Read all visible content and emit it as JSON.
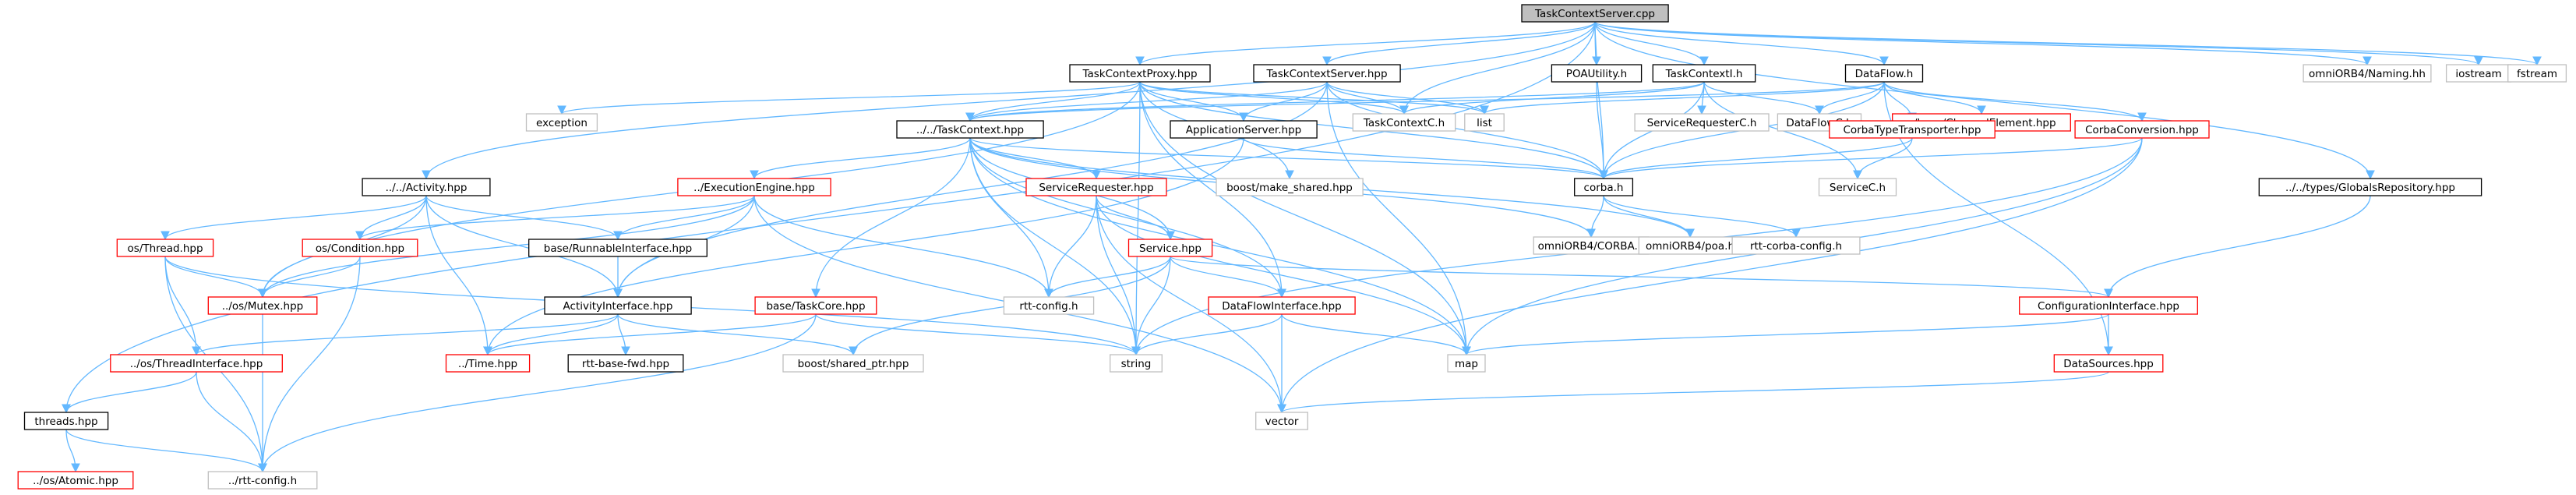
{
  "diagram": {
    "type": "include-dependency-graph",
    "colors": {
      "edge": "#63b8ff",
      "root_fill": "#bfbfbf",
      "black_border": "#000000",
      "red_border": "#ff0000",
      "grey_border": "#bfbfbf",
      "text": "#000000"
    },
    "nodes": [
      {
        "id": "root",
        "label": "TaskContextServer.cpp",
        "style": "root"
      },
      {
        "id": "tcproxy",
        "label": "TaskContextProxy.hpp",
        "style": "black"
      },
      {
        "id": "tcserver",
        "label": "TaskContextServer.hpp",
        "style": "black"
      },
      {
        "id": "poautil",
        "label": "POAUtility.h",
        "style": "black"
      },
      {
        "id": "taskcontexti",
        "label": "TaskContextI.h",
        "style": "black"
      },
      {
        "id": "dataflowh",
        "label": "DataFlow.h",
        "style": "black"
      },
      {
        "id": "omninaming",
        "label": "omniORB4/Naming.hh",
        "style": "grey"
      },
      {
        "id": "iostream",
        "label": "iostream",
        "style": "grey"
      },
      {
        "id": "fstream",
        "label": "fstream",
        "style": "grey"
      },
      {
        "id": "exception",
        "label": "exception",
        "style": "grey"
      },
      {
        "id": "taskcontextc",
        "label": "TaskContextC.h",
        "style": "grey"
      },
      {
        "id": "list",
        "label": "list",
        "style": "grey"
      },
      {
        "id": "servicerequesterc",
        "label": "ServiceRequesterC.h",
        "style": "grey"
      },
      {
        "id": "dataflowc",
        "label": "DataFlowC.h",
        "style": "grey"
      },
      {
        "id": "channelelement",
        "label": "../base/ChannelElement.hpp",
        "style": "red"
      },
      {
        "id": "taskcontext",
        "label": "../../TaskContext.hpp",
        "style": "black"
      },
      {
        "id": "appserver",
        "label": "ApplicationServer.hpp",
        "style": "black"
      },
      {
        "id": "corbatypetransporter",
        "label": "CorbaTypeTransporter.hpp",
        "style": "red"
      },
      {
        "id": "corbaconversion",
        "label": "CorbaConversion.hpp",
        "style": "red"
      },
      {
        "id": "activity",
        "label": "../../Activity.hpp",
        "style": "black"
      },
      {
        "id": "executionengine",
        "label": "../ExecutionEngine.hpp",
        "style": "red"
      },
      {
        "id": "servicerequester",
        "label": "ServiceRequester.hpp",
        "style": "red"
      },
      {
        "id": "makeshared",
        "label": "boost/make_shared.hpp",
        "style": "grey"
      },
      {
        "id": "corbah",
        "label": "corba.h",
        "style": "black"
      },
      {
        "id": "servicec",
        "label": "ServiceC.h",
        "style": "grey"
      },
      {
        "id": "globalsrepo",
        "label": "../../types/GlobalsRepository.hpp",
        "style": "black"
      },
      {
        "id": "thread",
        "label": "os/Thread.hpp",
        "style": "red"
      },
      {
        "id": "condition",
        "label": "os/Condition.hpp",
        "style": "red"
      },
      {
        "id": "runnable",
        "label": "base/RunnableInterface.hpp",
        "style": "black"
      },
      {
        "id": "service",
        "label": "Service.hpp",
        "style": "red"
      },
      {
        "id": "omnicorba",
        "label": "omniORB4/CORBA.h",
        "style": "grey"
      },
      {
        "id": "omnipoa",
        "label": "omniORB4/poa.h",
        "style": "grey"
      },
      {
        "id": "rttcorbaconfig",
        "label": "rtt-corba-config.h",
        "style": "grey"
      },
      {
        "id": "mutex",
        "label": "../os/Mutex.hpp",
        "style": "red"
      },
      {
        "id": "activityinterface",
        "label": "ActivityInterface.hpp",
        "style": "black"
      },
      {
        "id": "taskcore",
        "label": "base/TaskCore.hpp",
        "style": "red"
      },
      {
        "id": "rttconfig",
        "label": "rtt-config.h",
        "style": "grey"
      },
      {
        "id": "dataflowinterface",
        "label": "DataFlowInterface.hpp",
        "style": "red"
      },
      {
        "id": "configurationinterface",
        "label": "ConfigurationInterface.hpp",
        "style": "red"
      },
      {
        "id": "threadinterface",
        "label": "../os/ThreadInterface.hpp",
        "style": "red"
      },
      {
        "id": "time",
        "label": "../Time.hpp",
        "style": "red"
      },
      {
        "id": "rttbasefwd",
        "label": "rtt-base-fwd.hpp",
        "style": "black"
      },
      {
        "id": "sharedptr",
        "label": "boost/shared_ptr.hpp",
        "style": "grey"
      },
      {
        "id": "string",
        "label": "string",
        "style": "grey"
      },
      {
        "id": "map",
        "label": "map",
        "style": "grey"
      },
      {
        "id": "datasources",
        "label": "DataSources.hpp",
        "style": "red"
      },
      {
        "id": "threads",
        "label": "threads.hpp",
        "style": "black"
      },
      {
        "id": "vector",
        "label": "vector",
        "style": "grey"
      },
      {
        "id": "osatomic",
        "label": "../os/Atomic.hpp",
        "style": "red"
      },
      {
        "id": "rttconfigh2",
        "label": "../rtt-config.h",
        "style": "grey"
      }
    ],
    "edges": [
      [
        "root",
        "tcproxy"
      ],
      [
        "root",
        "tcserver"
      ],
      [
        "root",
        "poautil"
      ],
      [
        "root",
        "taskcontexti"
      ],
      [
        "root",
        "dataflowh"
      ],
      [
        "root",
        "omninaming"
      ],
      [
        "root",
        "iostream"
      ],
      [
        "root",
        "fstream"
      ],
      [
        "root",
        "corbah"
      ],
      [
        "root",
        "taskcontextc"
      ],
      [
        "root",
        "activity"
      ],
      [
        "root",
        "globalsrepo"
      ],
      [
        "root",
        "threads"
      ],
      [
        "tcproxy",
        "exception"
      ],
      [
        "tcproxy",
        "taskcontextc"
      ],
      [
        "tcproxy",
        "list"
      ],
      [
        "tcproxy",
        "taskcontext"
      ],
      [
        "tcproxy",
        "appserver"
      ],
      [
        "tcproxy",
        "corbah"
      ],
      [
        "tcproxy",
        "string"
      ],
      [
        "tcproxy",
        "map"
      ],
      [
        "tcproxy",
        "makeshared"
      ],
      [
        "tcproxy",
        "dataflowinterface"
      ],
      [
        "tcproxy",
        "mutex"
      ],
      [
        "tcserver",
        "taskcontextc"
      ],
      [
        "tcserver",
        "appserver"
      ],
      [
        "tcserver",
        "corbah"
      ],
      [
        "tcserver",
        "map"
      ],
      [
        "tcserver",
        "activityinterface"
      ],
      [
        "tcserver",
        "taskcontext"
      ],
      [
        "tcserver",
        "list"
      ],
      [
        "poautil",
        "corbah"
      ],
      [
        "taskcontexti",
        "taskcontextc"
      ],
      [
        "taskcontexti",
        "servicerequesterc"
      ],
      [
        "taskcontexti",
        "dataflowc"
      ],
      [
        "taskcontexti",
        "servicec"
      ],
      [
        "taskcontexti",
        "corbah"
      ],
      [
        "taskcontexti",
        "taskcontext"
      ],
      [
        "dataflowh",
        "dataflowc"
      ],
      [
        "dataflowh",
        "list"
      ],
      [
        "dataflowh",
        "channelelement"
      ],
      [
        "dataflowh",
        "corbatypetransporter"
      ],
      [
        "dataflowh",
        "corbaconversion"
      ],
      [
        "dataflowh",
        "corbah"
      ],
      [
        "dataflowh",
        "datasources"
      ],
      [
        "dataflowh",
        "taskcontext"
      ],
      [
        "taskcontext",
        "executionengine"
      ],
      [
        "taskcontext",
        "servicerequester"
      ],
      [
        "taskcontext",
        "service"
      ],
      [
        "taskcontext",
        "taskcore"
      ],
      [
        "taskcontext",
        "rttconfig"
      ],
      [
        "taskcontext",
        "string"
      ],
      [
        "taskcontext",
        "map"
      ],
      [
        "taskcontext",
        "dataflowinterface"
      ],
      [
        "taskcontext",
        "corbah"
      ],
      [
        "taskcontext",
        "omnicorba"
      ],
      [
        "taskcontext",
        "omnipoa"
      ],
      [
        "appserver",
        "corbah"
      ],
      [
        "appserver",
        "time"
      ],
      [
        "corbatypetransporter",
        "corbah"
      ],
      [
        "corbatypetransporter",
        "servicec"
      ],
      [
        "corbaconversion",
        "corbah"
      ],
      [
        "corbaconversion",
        "vector"
      ],
      [
        "corbaconversion",
        "map"
      ],
      [
        "corbaconversion",
        "string"
      ],
      [
        "activity",
        "thread"
      ],
      [
        "activity",
        "condition"
      ],
      [
        "activity",
        "runnable"
      ],
      [
        "activity",
        "mutex"
      ],
      [
        "activity",
        "activityinterface"
      ],
      [
        "activity",
        "time"
      ],
      [
        "executionengine",
        "runnable"
      ],
      [
        "executionengine",
        "activityinterface"
      ],
      [
        "executionengine",
        "mutex"
      ],
      [
        "executionengine",
        "condition"
      ],
      [
        "executionengine",
        "rttconfig"
      ],
      [
        "executionengine",
        "vector"
      ],
      [
        "servicerequester",
        "service"
      ],
      [
        "servicerequester",
        "rttconfig"
      ],
      [
        "servicerequester",
        "string"
      ],
      [
        "servicerequester",
        "map"
      ],
      [
        "servicerequester",
        "vector"
      ],
      [
        "corbah",
        "omnicorba"
      ],
      [
        "corbah",
        "omnipoa"
      ],
      [
        "corbah",
        "rttcorbaconfig"
      ],
      [
        "globalsrepo",
        "configurationinterface"
      ],
      [
        "thread",
        "mutex"
      ],
      [
        "thread",
        "threadinterface"
      ],
      [
        "thread",
        "string"
      ],
      [
        "thread",
        "rttconfigh2"
      ],
      [
        "condition",
        "mutex"
      ],
      [
        "condition",
        "rttconfigh2"
      ],
      [
        "runnable",
        "activityinterface"
      ],
      [
        "service",
        "dataflowinterface"
      ],
      [
        "service",
        "configurationinterface"
      ],
      [
        "service",
        "rttconfig"
      ],
      [
        "service",
        "string"
      ],
      [
        "service",
        "sharedptr"
      ],
      [
        "mutex",
        "rttconfigh2"
      ],
      [
        "activityinterface",
        "threadinterface"
      ],
      [
        "activityinterface",
        "time"
      ],
      [
        "activityinterface",
        "rttbasefwd"
      ],
      [
        "activityinterface",
        "sharedptr"
      ],
      [
        "taskcore",
        "time"
      ],
      [
        "taskcore",
        "string"
      ],
      [
        "taskcore",
        "rttconfigh2"
      ],
      [
        "dataflowinterface",
        "string"
      ],
      [
        "dataflowinterface",
        "map"
      ],
      [
        "dataflowinterface",
        "vector"
      ],
      [
        "configurationinterface",
        "map"
      ],
      [
        "configurationinterface",
        "datasources"
      ],
      [
        "threadinterface",
        "threads"
      ],
      [
        "threadinterface",
        "rttconfigh2"
      ],
      [
        "datasources",
        "vector"
      ],
      [
        "threads",
        "osatomic"
      ],
      [
        "threads",
        "rttconfigh2"
      ]
    ]
  }
}
